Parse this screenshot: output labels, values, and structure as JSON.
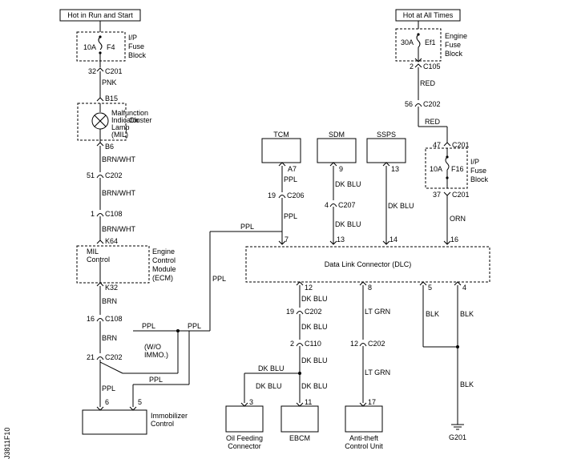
{
  "power": {
    "run_start": "Hot in Run and Start",
    "all_times": "Hot at All Times"
  },
  "fuse_f4": {
    "rating": "10A",
    "name": "F4",
    "block_l1": "I/P",
    "block_l2": "Fuse",
    "block_l3": "Block"
  },
  "fuse_ef1": {
    "rating": "30A",
    "name": "Ef1",
    "block_l1": "Engine",
    "block_l2": "Fuse",
    "block_l3": "Block"
  },
  "fuse_f16": {
    "rating": "10A",
    "name": "F16",
    "block_l1": "I/P",
    "block_l2": "Fuse",
    "block_l3": "Block"
  },
  "cluster": {
    "label": "Cluster",
    "lamp_l1": "Malfunction",
    "lamp_l2": "Indicator",
    "lamp_l3": "Lamp",
    "lamp_l4": "(MIL)"
  },
  "ecm": {
    "inner_l1": "MIL",
    "inner_l2": "Control",
    "label_l1": "Engine",
    "label_l2": "Control",
    "label_l3": "Module",
    "label_l4": "(ECM)"
  },
  "modules": {
    "tcm": "TCM",
    "sdm": "SDM",
    "ssps": "SSPS",
    "dlc": "Data Link Connector (DLC)",
    "immobilizer_l1": "Immobilizer",
    "immobilizer_l2": "Control",
    "oil_l1": "Oil Feeding",
    "oil_l2": "Connector",
    "ebcm": "EBCM",
    "antitheft_l1": "Anti-theft",
    "antitheft_l2": "Control Unit",
    "ground": "G201",
    "wo_immo_l1": "(W/O",
    "wo_immo_l2": "IMMO.)"
  },
  "wires": {
    "pnk": "PNK",
    "brn_wht": "BRN/WHT",
    "brn": "BRN",
    "ppl": "PPL",
    "red": "RED",
    "orn": "ORN",
    "dk_blu": "DK BLU",
    "lt_grn": "LT GRN",
    "blk": "BLK"
  },
  "connectors": {
    "c201": "C201",
    "c202": "C202",
    "c108": "C108",
    "c105": "C105",
    "c206": "C206",
    "c207": "C207",
    "c110": "C110"
  },
  "pins": {
    "p32": "32",
    "b15": "B15",
    "b6": "B6",
    "p51": "51",
    "p1": "1",
    "k64": "K64",
    "k32": "K32",
    "p16": "16",
    "p21": "21",
    "p6": "6",
    "p5": "5",
    "p2": "2",
    "p56": "56",
    "p47": "47",
    "p37": "37",
    "a7": "A7",
    "p19": "19",
    "p7": "7",
    "p9": "9",
    "p4": "4",
    "p13": "13",
    "p13b": "13",
    "p14": "14",
    "p16b": "16",
    "p12": "12",
    "p19b": "19",
    "p2b": "2",
    "p3": "3",
    "p11": "11",
    "p8": "8",
    "p12b": "12",
    "p17": "17",
    "p5b": "5",
    "p4b": "4"
  },
  "figure_id": "J3811F10"
}
